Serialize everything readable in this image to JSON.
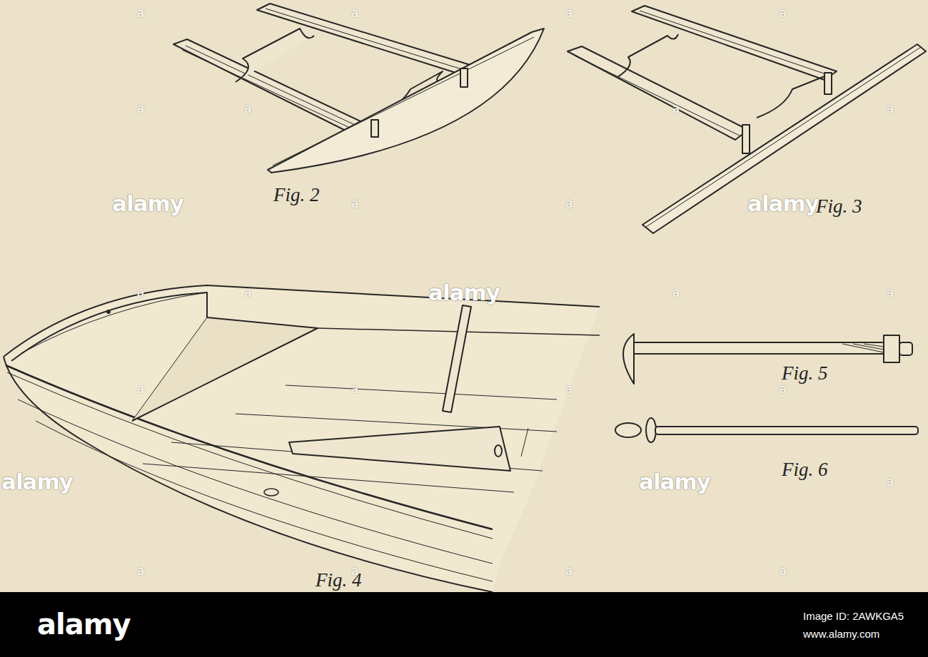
{
  "diagram": {
    "labels": [
      "Fig. 2",
      "Fig. 3",
      "Fig. 4",
      "Fig. 5",
      "Fig. 6",
      "alamy",
      "alamy",
      "alamy",
      "alamy",
      "alamy",
      "alamy",
      "Image ID: 2AWKGA5",
      "www.alamy.com",
      "a",
      "a",
      "a",
      "a",
      "a",
      "a",
      "a",
      "a",
      "a",
      "a",
      "a",
      "a",
      "a",
      "a",
      "a",
      "a",
      "a",
      "a",
      "a",
      "a",
      "a",
      "a",
      "a"
    ]
  }
}
